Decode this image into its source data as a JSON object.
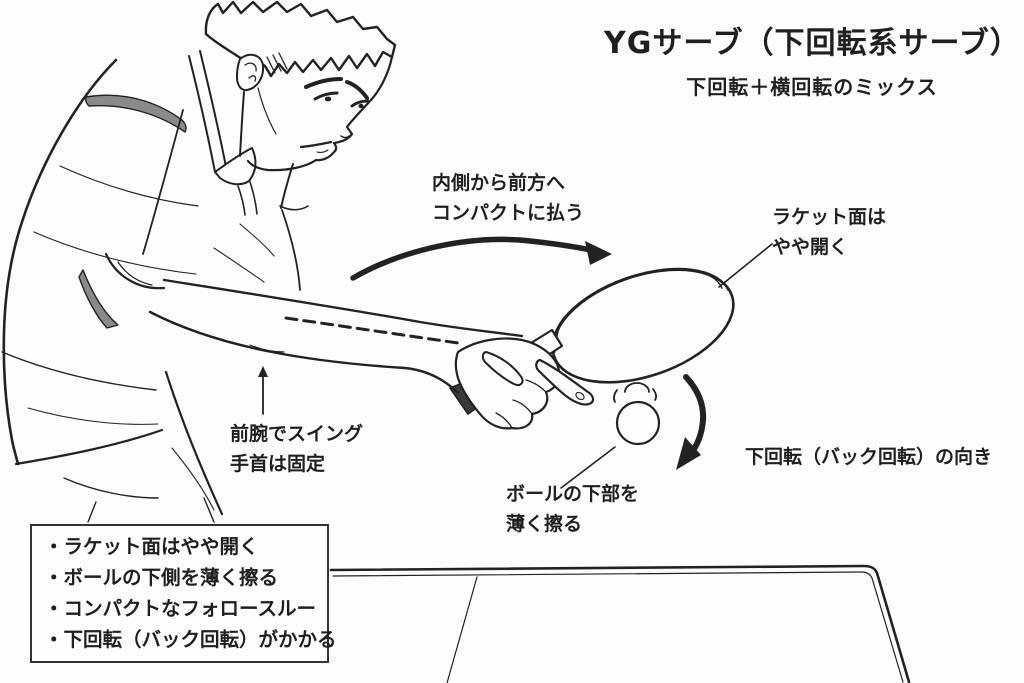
{
  "title": {
    "main": "YGサーブ（下回転系サーブ）",
    "subtitle": "下回転＋横回転のミックス"
  },
  "annotations": {
    "swing_path": {
      "line1": "内側から前方へ",
      "line2": "コンパクトに払う"
    },
    "racket_face": {
      "line1": "ラケット面は",
      "line2": "やや開く"
    },
    "forearm": {
      "line1": "前腕でスイング",
      "line2": "手首は固定"
    },
    "ball_contact": {
      "line1": "ボールの下部を",
      "line2": "薄く擦る"
    },
    "spin_direction": "下回転（バック回転）の向き"
  },
  "points_box": {
    "items": [
      "・ラケット面はやや開く",
      "・ボールの下側を薄く擦る",
      "・コンパクトなフォロースルー",
      "・下回転（バック回転）がかかる"
    ]
  },
  "illustration": {
    "subject": "table-tennis-player-yg-serve",
    "elements": [
      "player",
      "racket",
      "ball",
      "table-edge",
      "swing-arrow",
      "backspin-arrow",
      "forearm-pointer-arrow",
      "forearm-dashed-guide"
    ]
  },
  "colors": {
    "ink": "#222222",
    "accent_gray": "#8a8a8a",
    "background": "#fdfdfd",
    "handle_dark": "#3a3a3a"
  }
}
